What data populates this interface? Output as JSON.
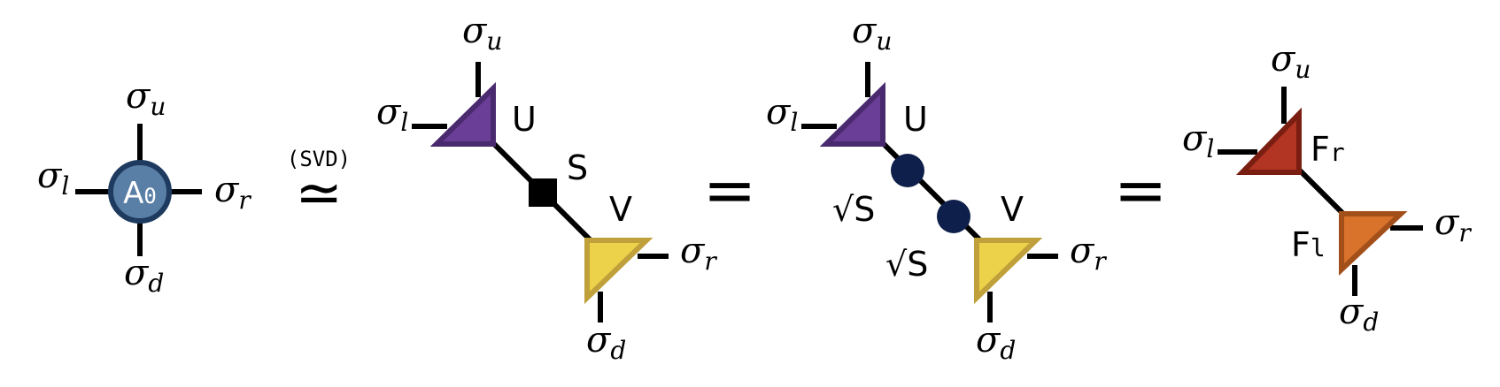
{
  "legs": {
    "sigma": "σ",
    "up": "u",
    "left": "l",
    "right": "r",
    "down": "d"
  },
  "tensors": {
    "a0": {
      "name": "A",
      "index": "0",
      "color": "#5a7fa6",
      "border": "#1e3a5f"
    },
    "u": {
      "name": "U",
      "color": "#6a3d96",
      "border": "#4a2a6e"
    },
    "v": {
      "name": "V",
      "color": "#ecd24a",
      "border": "#bfa03a"
    },
    "s": {
      "name": "S",
      "color": "#000000"
    },
    "sqrt_s": {
      "root": "√",
      "name": "S",
      "color": "#0d1f4a"
    },
    "fr": {
      "name": "F",
      "index": "r",
      "color": "#b23423",
      "border": "#7a1e12"
    },
    "fl": {
      "name": "F",
      "index": "l",
      "color": "#d9722b",
      "border": "#a34f1a"
    }
  },
  "operators": {
    "svd_label": "(SVD)",
    "approx": "≃",
    "equals": "="
  }
}
